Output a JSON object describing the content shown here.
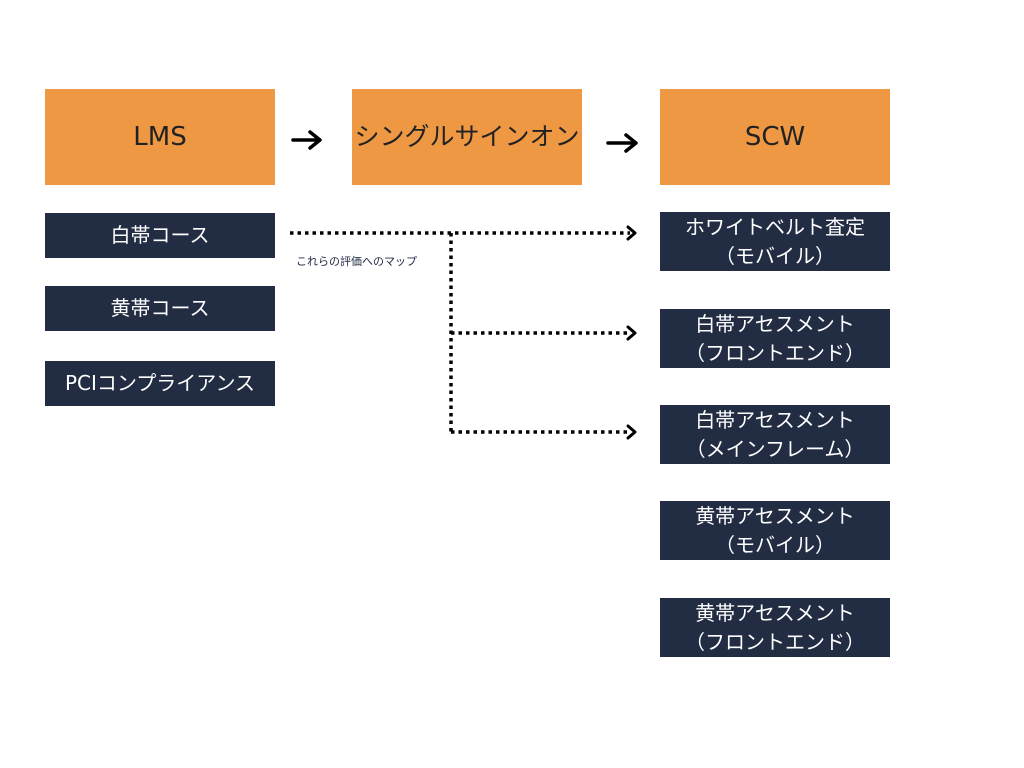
{
  "headers": {
    "lms": "LMS",
    "sso": "シングルサインオン",
    "scw": "SCW"
  },
  "courses": [
    "白帯コース",
    "黄帯コース",
    "PCIコンプライアンス"
  ],
  "assessments": [
    "ホワイトベルト査定\n（モバイル）",
    "白帯アセスメント\n（フロントエンド）",
    "白帯アセスメント\n（メインフレーム）",
    "黄帯アセスメント\n（モバイル）",
    "黄帯アセスメント\n（フロントエンド）"
  ],
  "annotation": "これらの評価へのマップ",
  "colors": {
    "header": "#ee9843",
    "item": "#222c43",
    "connector": "#000000"
  }
}
